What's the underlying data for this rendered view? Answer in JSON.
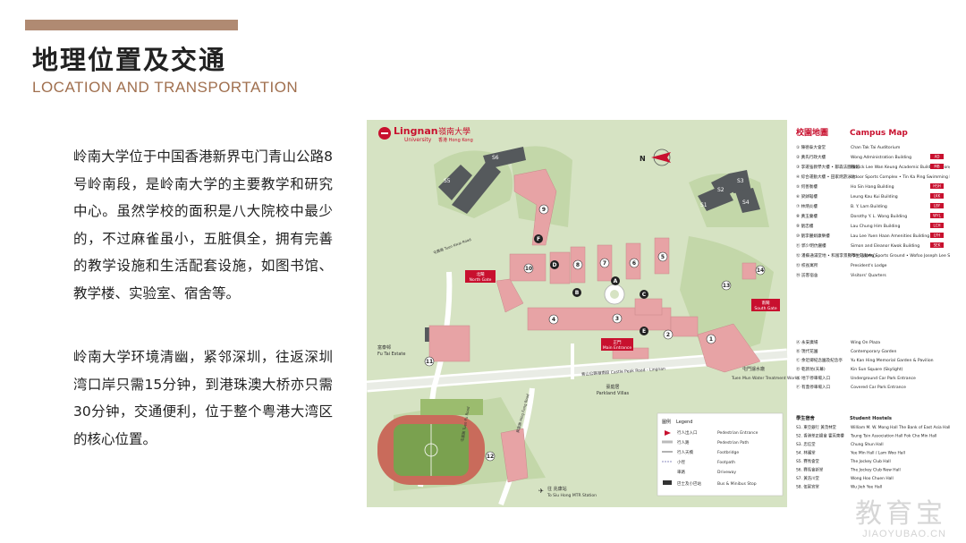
{
  "header": {
    "title_cn": "地理位置及交通",
    "title_en": "LOCATION AND TRANSPORTATION"
  },
  "body": {
    "paragraph1": "岭南大学位于中国香港新界屯门青山公路8号岭南段，是岭南大学的主要教学和研究中心。虽然学校的面积是八大院校中最少的，不过麻雀虽小，五脏俱全，拥有完善的教学设施和生活配套设施，如图书馆、教学楼、实验室、宿舍等。",
    "paragraph2": "岭南大学环境清幽，紧邻深圳，往返深圳湾口岸只需15分钟，到港珠澳大桥亦只需30分钟，交通便利，位于整个粤港大湾区的核心位置。"
  },
  "map": {
    "logo_en": "Lingnan",
    "logo_cn": "嶺南大學",
    "logo_sub_en": "University",
    "logo_sub_cn": "香港 Hong Kong",
    "north": "N",
    "campus_title_cn": "校園地圖",
    "campus_title_en": "Campus Map",
    "labels": {
      "north_gate_cn": "北閘",
      "north_gate_en": "North Gate",
      "south_gate_cn": "南閘",
      "south_gate_en": "South Gate",
      "main_entrance_cn": "正門",
      "main_entrance_en": "Main Entrance",
      "fu_tai_cn": "富泰邨",
      "fu_tai_en": "Fu Tai Estate",
      "parkland_cn": "豪庭居",
      "parkland_en": "Parkland Villas",
      "tuen_mun_cn": "屯門濾水廠",
      "tuen_mun_en": "Tuen Mun Water Treatment Works",
      "castle_peak": "青山公路嶺南段 Castle Peak Road - Lingnan",
      "tuen_kwai": "屯貴路 Tuen Kwai Road",
      "tuen_fu": "屯富路 Tuen Fu Road",
      "hing_fong": "興富路 Hing Fong Road",
      "mtr_cn": "往 兆康站",
      "mtr_en": "To Siu Hong MTR Station"
    },
    "legend": {
      "title_cn": "圖例",
      "title_en": "Legend",
      "items": [
        {
          "cn": "行人出入口",
          "en": "Pedestrian Entrance"
        },
        {
          "cn": "行人路",
          "en": "Pedestrian Path"
        },
        {
          "cn": "行人天橋",
          "en": "Footbridge"
        },
        {
          "cn": "小徑",
          "en": "Footpath"
        },
        {
          "cn": "車路",
          "en": "Driveway"
        },
        {
          "cn": "巴士及小巴站",
          "en": "Bus & Minibus Stop"
        }
      ]
    },
    "buildings": [
      {
        "cn": "① 陳德泰大會堂",
        "en": "Chan Tak Tai Auditorium",
        "code": ""
      },
      {
        "cn": "② 黃氏行政大樓",
        "en": "Wong Administration Building",
        "code": "AD"
      },
      {
        "cn": "③ 李運強教學大樓 • 鄒森法圖書館",
        "en": "Patrick Lee Wan Keung Academic Building • Fong Sum Wood Library",
        "code": "MB"
      },
      {
        "cn": "④ 綜合運動大樓 • 田家炳游泳池",
        "en": "Indoor Sports Complex • Tin Ka Ping Swimming Pool",
        "code": ""
      },
      {
        "cn": "⑤ 何善衡樓",
        "en": "Ho Sin Hang Building",
        "code": "HSH"
      },
      {
        "cn": "⑥ 梁銶琚樓",
        "en": "Leung Kau Kui Building",
        "code": "LKK"
      },
      {
        "cn": "⑦ 林炳炎樓",
        "en": "B. Y. Lam Building",
        "code": "LBY"
      },
      {
        "cn": "⑧ 黃玉蘭樓",
        "en": "Dorothy Y. L. Wong Building",
        "code": "WYL"
      },
      {
        "cn": "⑨ 劉忠樓",
        "en": "Lau Chung Him Building",
        "code": "LCH"
      },
      {
        "cn": "⑩ 劉李麗娟康樂樓",
        "en": "Lau Lee Yuen Haan Amenities Building",
        "code": "LYH"
      },
      {
        "cn": "⑪ 郭少明伉儷樓",
        "en": "Simon and Eleanor Kwok Building",
        "code": "SEK"
      },
      {
        "cn": "⑫ 潘蘇通滿堂地 • 和富李景勳學生活動中心",
        "en": "Pan Sutong Sports Ground • Wofoo Joseph Lee Student Activity Centre",
        "code": ""
      },
      {
        "cn": "⑬ 校長寓所",
        "en": "President's Lodge",
        "code": ""
      },
      {
        "cn": "⑭ 訪客宿舍",
        "en": "Visitors' Quarters",
        "code": ""
      }
    ],
    "landmarks": [
      {
        "cn": "Ⓐ 永安廣場",
        "en": "Wing On Plaza"
      },
      {
        "cn": "Ⓑ 現代花園",
        "en": "Contemporary Garden"
      },
      {
        "cn": "Ⓒ 余近卿紀念園及紀念亭",
        "en": "Yu Kan Hing Memorial Garden & Pavilion"
      },
      {
        "cn": "Ⓓ 乾新坊(天幕)",
        "en": "Kin Sun Square (Skylight)"
      },
      {
        "cn": "Ⓔ 地下停車場入口",
        "en": "Underground Car Park Entrance"
      },
      {
        "cn": "Ⓕ 有蓋停車場入口",
        "en": "Covered Car Park Entrance"
      }
    ],
    "hostels_title_cn": "學生宿舍",
    "hostels_title_en": "Student Hostels",
    "hostels": [
      {
        "cn": "S1. 東亞銀行 黃茂林堂",
        "en": "William M. W. Mong Hall The Bank of East Asia Hall"
      },
      {
        "cn": "S2. 香港荃正總會 霍英東樓",
        "en": "Tsung Tsin Association Hall Fok Cho Min Hall"
      },
      {
        "cn": "S3. 忠信堂",
        "en": "Chung Shun Hall"
      },
      {
        "cn": "S4. 林護堂",
        "en": "Yee Min Hall / Lam Woo Hall"
      },
      {
        "cn": "S5. 賽馬會堂",
        "en": "The Jockey Club Hall"
      },
      {
        "cn": "S6. 賽馬會新堂",
        "en": "The Jockey Club New Hall"
      },
      {
        "cn": "S7. 黃浩川堂",
        "en": "Wong Hoo Chuen Hall"
      },
      {
        "cn": "S8. 伍絜宜堂",
        "en": "Wu Jieh Yee Hall"
      }
    ]
  },
  "watermark": {
    "cn": "教育宝",
    "en": "JIAOYUBAO.CN"
  },
  "colors": {
    "accent_bar": "#b08a72",
    "title_en": "#a06f4e",
    "map_bg": "#d6e3c3",
    "building": "#e7a3a5",
    "hostel": "#55595c",
    "brand_red": "#c8102e"
  }
}
